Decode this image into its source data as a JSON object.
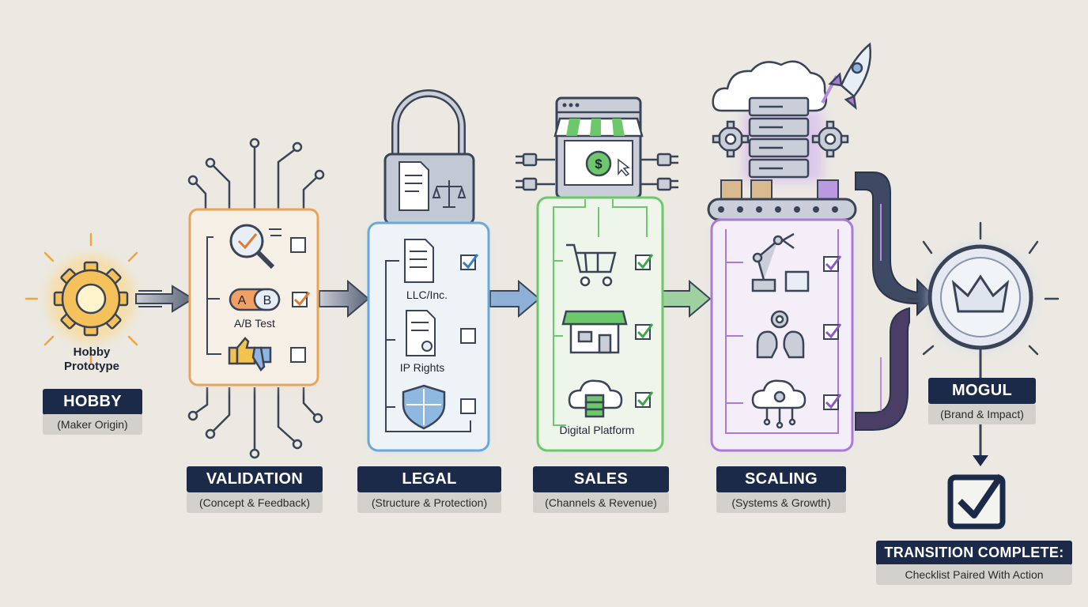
{
  "stages": [
    {
      "id": "hobby",
      "title": "HOBBY",
      "subtitle": "(Maker Origin)",
      "icon_label_1": "Hobby",
      "icon_label_2": "Prototype",
      "color": "#f0a53a"
    },
    {
      "id": "validation",
      "title": "VALIDATION",
      "subtitle": "(Concept & Feedback)",
      "items": [
        "A/B Test"
      ],
      "color": "#f0a255"
    },
    {
      "id": "legal",
      "title": "LEGAL",
      "subtitle": "(Structure & Protection)",
      "items": [
        "LLC/Inc.",
        "IP Rights"
      ],
      "color": "#5aa8e0"
    },
    {
      "id": "sales",
      "title": "SALES",
      "subtitle": "(Channels & Revenue)",
      "items": [
        "Digital Platform"
      ],
      "color": "#6cc86a"
    },
    {
      "id": "scaling",
      "title": "SCALING",
      "subtitle": "(Systems & Growth)",
      "color": "#a97ad8"
    },
    {
      "id": "mogul",
      "title": "MOGUL",
      "subtitle": "(Brand & Impact)",
      "color": "#9fb6e6"
    }
  ],
  "ab_letters": [
    "A",
    "B"
  ],
  "final": {
    "title": "TRANSITION COMPLETE:",
    "subtitle": "Checklist Paired With Action"
  },
  "icons": [
    "gear-icon",
    "circuit-icon",
    "magnifier-icon",
    "thumbs-icon",
    "padlock-icon",
    "document-icon",
    "scales-icon",
    "shield-icon",
    "storefront-icon",
    "dollar-icon",
    "cart-icon",
    "cloud-server-icon",
    "rocket-icon",
    "robot-arm-icon",
    "heads-gears-icon",
    "crown-icon",
    "checkbox-icon"
  ],
  "colors": {
    "navy": "#1c2a4a",
    "outline": "#3a4456",
    "check_orange": "#e07a2c",
    "check_blue": "#2e7fc8",
    "check_green": "#3aa845",
    "check_purple": "#8a56c8"
  }
}
